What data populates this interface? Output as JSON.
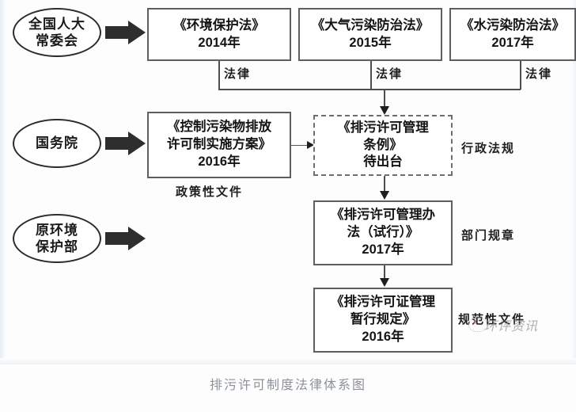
{
  "figure": {
    "caption": "排污许可制度法律体系图",
    "watermark": "环评资讯"
  },
  "actors": [
    {
      "id": "npc",
      "label": "全国人大\n常委会",
      "line1": "全国人大",
      "line2": "常委会"
    },
    {
      "id": "state-council",
      "label": "国务院",
      "line1": "国务院",
      "line2": ""
    },
    {
      "id": "mep",
      "label": "原环境\n保护部",
      "line1": "原环境",
      "line2": "保护部"
    }
  ],
  "laws": [
    {
      "id": "law-epl",
      "title": "《环境保护法》",
      "year": "2014年",
      "tier": "法律"
    },
    {
      "id": "law-apcl",
      "title": "《大气污染防治法》",
      "year": "2015年",
      "tier": "法律"
    },
    {
      "id": "law-wpcl",
      "title": "《水污染防治法》",
      "year": "2017年",
      "tier": "法律"
    }
  ],
  "documents": {
    "policy": {
      "id": "doc-policy",
      "title_line1": "《控制污染物排放",
      "title_line2": "许可制实施方案》",
      "year": "2016年",
      "tier": "政策性文件"
    },
    "regulation": {
      "id": "doc-regulation",
      "title_line1": "《排污许可管理",
      "title_line2": "条例》",
      "status": "待出台",
      "tier": "行政法规",
      "dashed": true
    },
    "ministerial_rule": {
      "id": "doc-ministerial-rule",
      "title_line1": "《排污许可管理办",
      "title_line2": "法（试行）》",
      "year": "2017年",
      "tier": "部门规章"
    },
    "normative_doc": {
      "id": "doc-normative",
      "title_line1": "《排污许可证管理",
      "title_line2": "暂行规定》",
      "year": "2016年",
      "tier": "规范性文件"
    }
  },
  "colors": {
    "ellipse_border": "#2c2c2c",
    "box_border": "#5a5f63",
    "dashed_border": "#6a6f73",
    "arrow_fill": "#2e2e2e",
    "connector": "#4a4f53",
    "caption": "#8b9199",
    "watermark": "#9a9a9a",
    "background": "#ffffff"
  }
}
